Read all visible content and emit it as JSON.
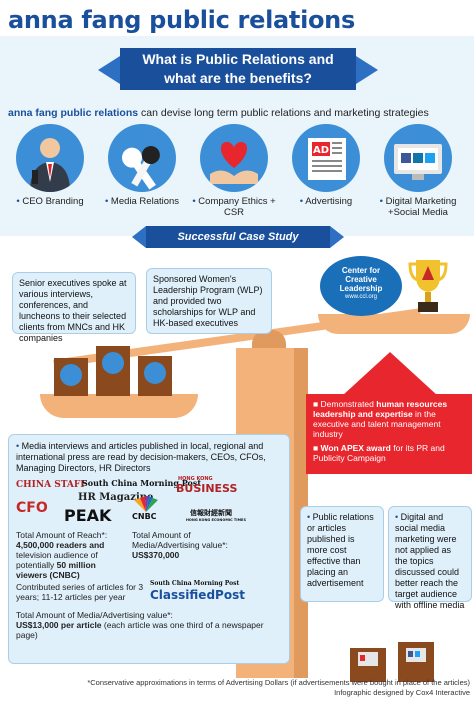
{
  "header": {
    "title": "anna fang public relations"
  },
  "banner": {
    "line1": "What is Public Relations and",
    "line2": "what are the benefits?"
  },
  "intro": {
    "brand": "anna fang public relations",
    "text": " can devise long term public relations and marketing strategies"
  },
  "services": [
    {
      "label": "CEO Branding",
      "icon": "ceo-icon"
    },
    {
      "label": "Media Relations",
      "icon": "microphone-icon"
    },
    {
      "label": "Company Ethics + CSR",
      "icon": "heart-hands-icon"
    },
    {
      "label": "Advertising",
      "icon": "ad-newspaper-icon"
    },
    {
      "label": "Digital Marketing +Social Media",
      "icon": "social-media-icon"
    }
  ],
  "case_study": {
    "title": "Successful Case Study"
  },
  "box_executives": "Senior executives spoke at various interviews, conferences, and luncheons to their selected clients from MNCs and HK companies",
  "box_wlp": "Sponsored Women's Leadership Program (WLP) and provided two scholarships for WLP and HK-based executives",
  "ccl": {
    "line1": "Center for",
    "line2": "Creative",
    "line3": "Leadership",
    "url": "www.ccl.org"
  },
  "red_box": {
    "p1_a": "Demonstrated ",
    "p1_b": "human resources leadership and expertise",
    "p1_c": " in the executive and talent management industry",
    "p2_a": "Won APEX award",
    "p2_b": " for its PR and Publicity Campaign"
  },
  "media": {
    "intro": "Media interviews and articles published in local, regional and international press are read by decision-makers, CEOs, CFOs, Managing Directors, HR Directors",
    "logos": {
      "china_staff": "CHINA STAFF",
      "scmp": "South China Morning Post",
      "hk_business_small": "HONG KONG",
      "hk_business": "BUSINESS",
      "hr_magazine": "HR Magazine",
      "cfo": "CFO",
      "peak": "PEAK",
      "cnbc": "CNBC",
      "hkej": "信報財經新聞",
      "hkej_en": "HONG KONG ECONOMIC TIMES",
      "classified": "ClassifiedPost",
      "scmp2": "South China Morning Post"
    },
    "reach_label": "Total Amount of Reach*:",
    "reach_value": "4,500,000 readers and",
    "reach_tv_a": "television audience of potentially ",
    "reach_tv_b": "50 million viewers (CNBC)",
    "adv_label": "Total Amount of Media/Advertising value*:",
    "adv_value": "US$370,000",
    "series_text": "Contributed series of articles for 3 years; 11-12 articles per year",
    "total_label": "Total Amount of Media/Advertising value*:",
    "total_value": "US$13,000 per article",
    "total_note": " (each article was one third of a newspaper page)"
  },
  "box_pr": "Public relations or articles published is more cost effective than placing an advertisement",
  "box_digital": "Digital and social media marketing were not applied as the topics discussed could better reach the target audience with offline media",
  "footnote": {
    "line1": "*Conservative approximations in terms of Advertising Dollars (if advertisements were bought in place of the articles)",
    "line2": "Infographic designed by Cox4 Interactive"
  },
  "colors": {
    "brand_blue": "#1a4f9c",
    "accent_blue": "#3c8fd6",
    "red": "#e8262e",
    "scale": "#f3b27a",
    "panel": "#dff0fb"
  }
}
